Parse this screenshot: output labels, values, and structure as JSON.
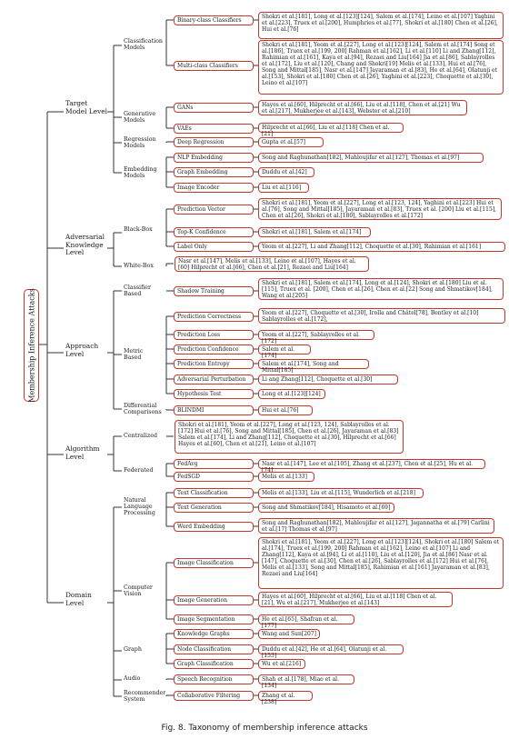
{
  "root_label": "Membership Inference Attacks",
  "caption": "Fig. 8.  Taxonomy of membership inference attacks",
  "edge_color": "#333333",
  "box_border_color": "#c0392b",
  "l1": [
    "Target\nModel Level",
    "Adversarial\nKnowledge\nLevel",
    "Approach\nLevel",
    "Algorithm\nLevel",
    "Domain\nLevel"
  ],
  "l2": [
    "Classification\nModels",
    "Generative\nModels",
    "Regression\nModels",
    "Embedding\nModels",
    "Black-Box",
    "White-Box",
    "Classifier\nBased",
    "Metric\nBased",
    "Differential\nComparisons",
    "Centralized",
    "Federated",
    "Natural\nLanguage\nProcessing",
    "Computer\nVision",
    "Graph",
    "Audio",
    "Recommender\nSystem"
  ],
  "l3": [
    "Binary-class Classifiers",
    "Multi-class Classifiers",
    "GANs",
    "VAEs",
    "Deep Regression",
    "NLP Embedding",
    "Graph Embedding",
    "Image Encoder",
    "Prediction Vector",
    "Top-K Confidence",
    "Label Only",
    "Shadow Training",
    "Prediction Correctness",
    "Prediction Loss",
    "Prediction Confidence",
    "Prediction Entropy",
    "Adversarial Perturbation",
    "Hypothesis Test",
    "BLINDMI",
    "FedAvg",
    "FedSGD",
    "Text Classification",
    "Text Generation",
    "Word Embedding",
    "Image Classification",
    "Image Generation",
    "Image Segmentation",
    "Knowledge Graphs",
    "Node Classification",
    "Graph Classification",
    "Speech Recognition",
    "Collaborative Filtering"
  ],
  "refs": [
    "Shokri et al.[181], Long et al.[123][124], Salem et al.[174], Leino et al.[107] Yaghini et al.[223], Truex et al.[200], Humphries et al.[77], Shokri et al.[180] Chen et al.[26], Hui et al.[76]",
    "Shokri et al.[181], Yeom et al.[227], Long et al.[123][124], Salem et al.[174] Song et al.[186], Truex et al.[199, 200] Rahman et al.[162], Li et al.[110] Li and Zhang[112], Rahimian et al.[161], Kaya et al.[94], Rezaei and Liu[164] Jia et al.[86], Sablayrolles et al.[172], Liu et al.[120], Chang and Shokri[19] Melis et al.[133], Hui et al.[76], Song and Mittal[185], Nasr et al.[147] Jayaraman et al.[83], He et al.[64], Olatunji et al.[153], Shokri et al.[180] Chen et al.[26], Yaghini et al.[223], Choquette et al.[30], Leino et al.[107]",
    "Hayes et al.[60], Hilprecht et al.[66], Liu et al.[118], Chen et al.[21] Wu et al.[217], Mukherjee et al.[143], Webster et al.[210]",
    "Hilprecht et al.[66], Liu et al.[118] Chen et al.[21]",
    "Gupta et al.[57]",
    "Song and Raghunathan[182], Mahloujifar et al.[127], Thomas et al.[97]",
    "Duddu et al.[42]",
    "Liu et al.[116]",
    "Shokri et al.[181], Yeom et al.[227], Long et al.[123, 124], Yaghini et al.[223] Hui et al.[76], Song and Mittal[185], Jayaraman et al.[83], Truex et al. [200] Liu et al.[115], Chen et al.[26], Shokri et al.[180], Sablayrolles et al.[172]",
    "Shokri et al.[181], Salem et al.[174]",
    "Yeom et al.[227], Li and Zhang[112], Choquette et al.[30], Rahimian et al.[161]",
    "Nasr et al.[147], Melis et al.[133], Leino et al.[107], Hayes et al.[60] Hilprecht et al.[66], Chen et al.[21], Rezaei and Liu[164]",
    "Shokri et al.[181], Salem et al.[174], Long et al.[124], Shokri et al.[180] Liu et al.[115], Truex et al. [200], Chen et al.[26], Chen et al.[22] Song and Shmatikov[184], Wang et al.[205]",
    "Yeom et al.[227], Choquette et al.[30], Irolla and Châtel[78], Bentley et al.[10] Sablayrolles et al.[172],",
    "Yeom et al.[227], Sablayrolles et al.[172]",
    "Salem et al.[174]",
    "Salem et al.[174], Song and Mittal[185]",
    "Li ang Zhang[112], Choquette et al.[30]",
    "Long et al.[123][124]",
    "Hui et al.[76]",
    "Shokri et al.[181], Yeom et al.[227], Long et al.[123, 124], Sablayrolles et al.[172] Hui et al.[76], Song and Mittal[185], Chen et al.[26], Jayaraman et al.[83] Salem et al.[174], Li and Zhang[112], Choquette et al.[30], Hilprecht et al.[66] Hayes et al.[60], Chen et al.[21], Leino et al.[107]",
    "Nasr et al.[147], Lee et al.[105], Zhang et al.[237], Chen et al.[25], Hu et al.[74]",
    "Melis et al.[133]",
    "Melis et al.[133], Liu et al.[115], Wunderlich et al.[218]",
    "Song and Shmatikov[184], Hisamoto et al.[69]",
    "Song and Raghunathan[182], Mahloujifar et al.[127], Jagannatha et al.[79] Carlini et al.[17] Thomas et al.[97]",
    "Shokri et al.[181], Yeom et al.[227], Long et al.[123][124], Shokri et al.[180] Salem et al.[174], Truex et al.[199, 200] Rahman et al.[162], Leino et al.[107] Li and Zhang[112], Kaya et al.[94], Li et al.[110], Liu et al.[120], Jia et al.[86] Nasr et al.[147], Choquette et al.[30], Chen et al.[26], Sablayrolles et al.[172] Hui et al.[76], Melis et al.[133], Song and Mittal[185], Rahimian et al.[161] Jayaraman et al.[83], Rezaei and Liu[164]",
    "Hayes et al.[60], Hilprecht et al.[66], Liu et al.[118] Chen et al.[21], Wu et al.[217], Mukherjee et al.[143]",
    "He et al.[65], Shafran et al.[177]",
    "Wang and Sun[207]",
    "Duddu et al.[42], He et al.[64], Olatunji et al.[153]",
    "Wu et al.[216]",
    "Shah et al.[178], Miao et al.[134]",
    "Zhang et al.[238]"
  ]
}
